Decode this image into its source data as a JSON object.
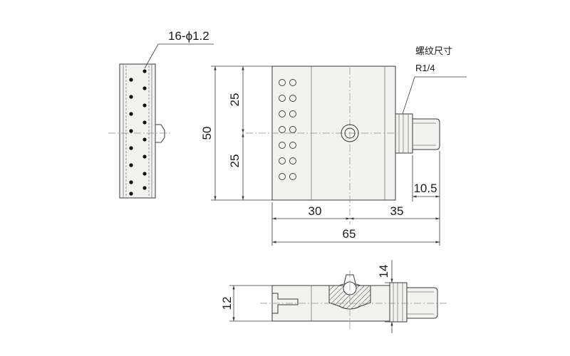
{
  "labels": {
    "hole_spec": "16-ϕ1.2",
    "thread_title": "螺纹尺寸",
    "thread_size": "R1/4"
  },
  "dimensions": {
    "height_total": "50",
    "height_upper": "25",
    "height_lower": "25",
    "width_left": "30",
    "width_right": "35",
    "width_total": "65",
    "fitting_length": "10.5",
    "thickness": "12",
    "fitting_diameter": "14"
  },
  "colors": {
    "line": "#3a3a3a",
    "hole": "#111111",
    "body": "#f2f2f0"
  }
}
